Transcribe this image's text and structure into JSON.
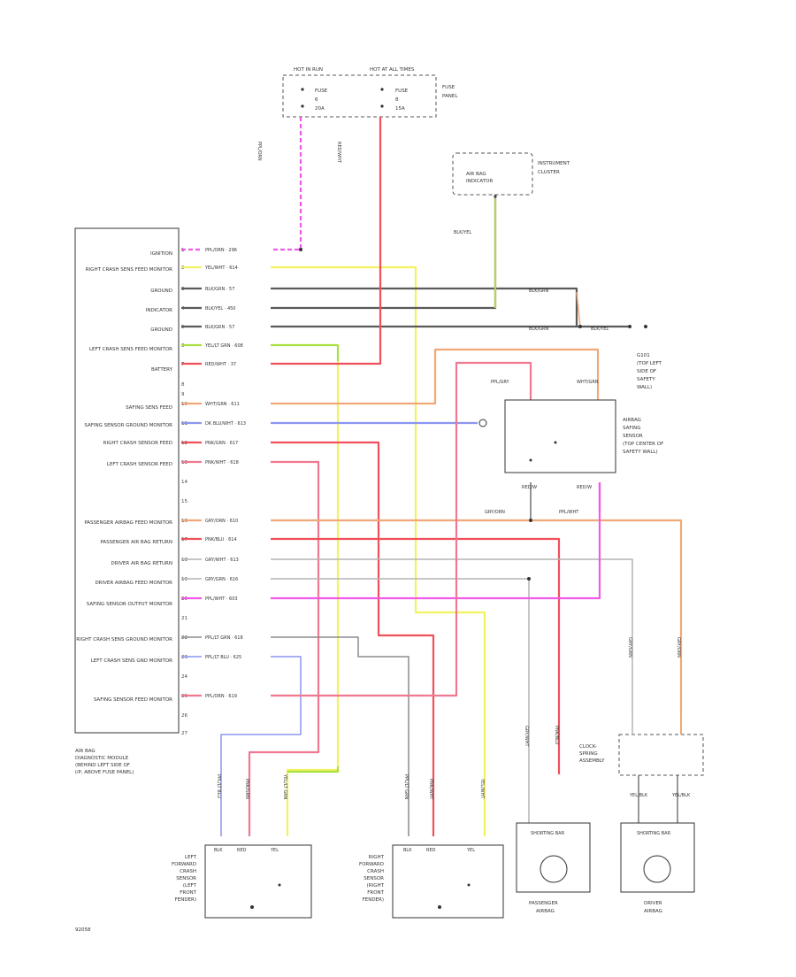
{
  "fuse_panel": {
    "left_header": "HOT IN RUN",
    "right_header": "HOT AT ALL TIMES",
    "fuse_left_name": "FUSE",
    "fuse_left_num": "6",
    "fuse_left_amp": "20A",
    "fuse_right_name": "FUSE",
    "fuse_right_num": "8",
    "fuse_right_amp": "15A",
    "label_line1": "FUSE",
    "label_line2": "PANEL",
    "wire_left": "PPL/ORN",
    "wire_right": "RED/WHT"
  },
  "cluster": {
    "indicator_line1": "AIR BAG",
    "indicator_line2": "INDICATOR",
    "label_line1": "INSTRUMENT",
    "label_line2": "CLUSTER",
    "wire": "BLK/YEL"
  },
  "module": {
    "labels": [
      "IGNITION",
      "RIGHT CRASH SENS FEED MONITOR",
      "GROUND",
      "INDICATOR",
      "GROUND",
      "LEFT CRASH SENS FEED MONITOR",
      "BATTERY",
      "SAFING SENS FEED",
      "SAFING SENSOR GROUND MONITOR",
      "RIGHT CRASH SENSOR FEED",
      "LEFT CRASH SENSOR FEED",
      "PASSENGER AIRBAG FEED MONITOR",
      "PASSENGER AIR BAG RETURN",
      "DRIVER AIR BAG RETURN",
      "DRIVER AIRBAG FEED MONITOR",
      "SAFING SENSOR OUTPUT MONITOR",
      "RIGHT CRASH SENS GROUND MONITOR",
      "LEFT CRASH SENS GND MONITOR",
      "SAFING SENSOR FEED MONITOR"
    ],
    "pins": [
      "1",
      "2",
      "3",
      "4",
      "5",
      "6",
      "7",
      "8",
      "9",
      "10",
      "11",
      "12",
      "13",
      "14",
      "15",
      "16",
      "17",
      "18",
      "19",
      "20",
      "21",
      "22",
      "23",
      "24",
      "25",
      "26",
      "27"
    ],
    "wire_labels": [
      "PPL/ORN · 296",
      "YEL/WHT · 614",
      "BLK/GRN · 57",
      "BLK/YEL · 450",
      "BLK/GRN · 57",
      "YEL/LT GRN · 608",
      "RED/WHT · 37",
      "WHT/GRN · 611",
      "DK BLU/WHT · 613",
      "PNK/GRN · 617",
      "PNK/WHT · 618",
      "GRY/ORN · 610",
      "PNK/BLU · 614",
      "GRY/WHT · 613",
      "GRY/GRN · 616",
      "PPL/WHT · 603",
      "PPL/LT GRN · 618",
      "PPL/LT BLU · 625",
      "PPL/ORN · 619"
    ],
    "caption_lines": [
      "AIR BAG",
      "DIAGNOSTIC MODULE",
      "(BEHIND LEFT SIDE OF",
      "I/P, ABOVE FUSE PANEL)"
    ]
  },
  "safing_sensor": {
    "label_lines": [
      "AIRBAG",
      "SAFING",
      "SENSOR",
      "(TOP CENTER OF",
      "SAFETY WALL)"
    ],
    "wire_left": "PPL/GRY",
    "wire_right": "WHT/GRN",
    "wire_out_left": "GRY/ORN",
    "wire_out_right": "PPL/WHT",
    "pin_left": "RED/W",
    "pin_right": "RED/W"
  },
  "ground": {
    "wire": "BLK/GRN",
    "wire2": "BLK/YEL",
    "label_lines": [
      "G101",
      "(TOP LEFT",
      "SIDE OF",
      "SAFETY",
      "WALL)"
    ]
  },
  "clockspring": {
    "label_lines": [
      "CLOCK-",
      "SPRING",
      "ASSEMBLY"
    ],
    "wire_left": "GRY/GRN",
    "wire_right": "GRY/ORN",
    "pin_left": "YEL/BLK",
    "pin_right": "YEL/BLK"
  },
  "sensors": {
    "left_lines": [
      "LEFT",
      "FORWARD",
      "CRASH",
      "SENSOR",
      "(LEFT",
      "FRONT",
      "FENDER)"
    ],
    "right_lines": [
      "RIGHT",
      "FORWARD",
      "CRASH",
      "SENSOR",
      "(RIGHT",
      "FRONT",
      "FENDER)"
    ],
    "left_wires": [
      "PPL/LT BLU",
      "PNK/GRN",
      "YEL/LT GRN"
    ],
    "right_wires": [
      "PPL/LT GRN",
      "PNK/WHT",
      "YEL/WHT"
    ],
    "pins": [
      "BLK",
      "RED",
      "YEL"
    ]
  },
  "airbags": {
    "passenger_lines": [
      "PASSENGER",
      "AIRBAG"
    ],
    "driver_lines": [
      "DRIVER",
      "AIRBAG"
    ],
    "passenger_wires": [
      "GRY/WHT",
      "PNK/BLU"
    ],
    "driver_wires": [
      "GRY/GRN",
      "GRY/ORN"
    ],
    "shorting_bar": "SHORTING BAR"
  },
  "figure_id": "92058",
  "colors": {
    "pink": "#f05ae8",
    "red": "#f0505a",
    "yellow": "#f2f260",
    "darkgray": "#5a5a5a",
    "lime": "#a8e040",
    "orange": "#f0a878",
    "blue": "#8c96f0",
    "lightgray": "#b4b4b4",
    "olive": "#b4d264"
  }
}
